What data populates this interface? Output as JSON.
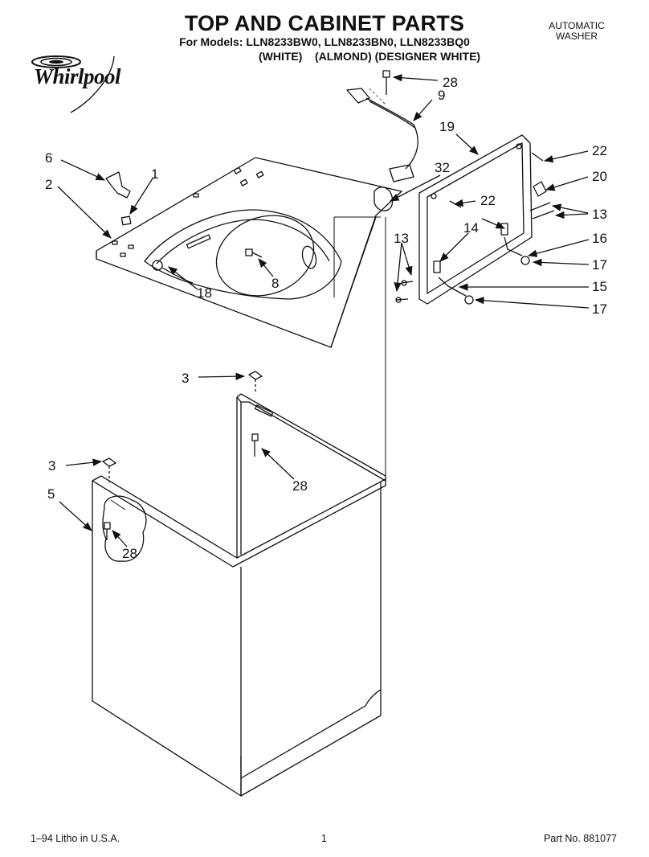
{
  "header": {
    "title": "TOP AND CABINET PARTS",
    "models": "For Models: LLN8233BW0, LLN8233BN0, LLN8233BQ0",
    "variants": "(WHITE)    (ALMOND) (DESIGNER WHITE)",
    "product_line1": "AUTOMATIC",
    "product_line2": "WASHER"
  },
  "brand": {
    "logo_text": "Whirlpool"
  },
  "callouts": {
    "c28_top": "28",
    "c9": "9",
    "c19": "19",
    "c22_a": "22",
    "c20": "20",
    "c22_b": "22",
    "c13_right": "13",
    "c16": "16",
    "c17_a": "17",
    "c15": "15",
    "c17_b": "17",
    "c14": "14",
    "c13_left": "13",
    "c32": "32",
    "c6": "6",
    "c1": "1",
    "c2": "2",
    "c18": "18",
    "c8": "8",
    "c3_a": "3",
    "c3_b": "3",
    "c28_mid": "28",
    "c5": "5",
    "c28_low": "28"
  },
  "footer": {
    "litho": "1–94 Litho in U.S.A.",
    "page": "1",
    "part_no": "Part No. 881077"
  }
}
